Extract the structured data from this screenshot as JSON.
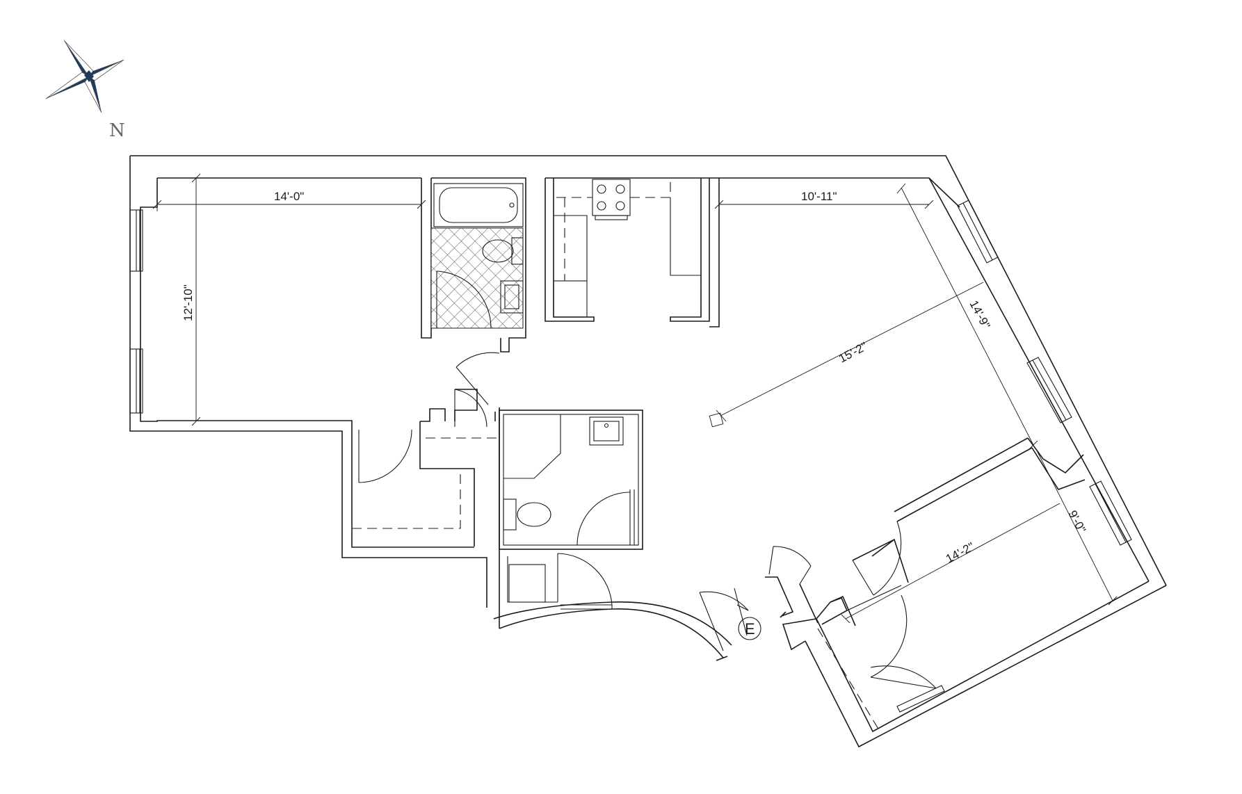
{
  "compass": {
    "label": "N",
    "icon": "compass-rose-icon",
    "colors": {
      "dark": "#1f3a5a",
      "light": "#ffffff",
      "edge": "#555555"
    }
  },
  "dimensions": {
    "living_width": "14'-0\"",
    "living_depth": "12'-10\"",
    "east_width": "10'-11\"",
    "diagonal_main": "15'-2\"",
    "east_wall_upper": "14'-9\"",
    "bedroom_length": "14'-2\"",
    "bedroom_width": "9'-0\""
  },
  "entrance": {
    "label": "E"
  },
  "colors": {
    "line": "#1a1a1a",
    "tile_hatch": "#555555",
    "background": "#ffffff"
  }
}
